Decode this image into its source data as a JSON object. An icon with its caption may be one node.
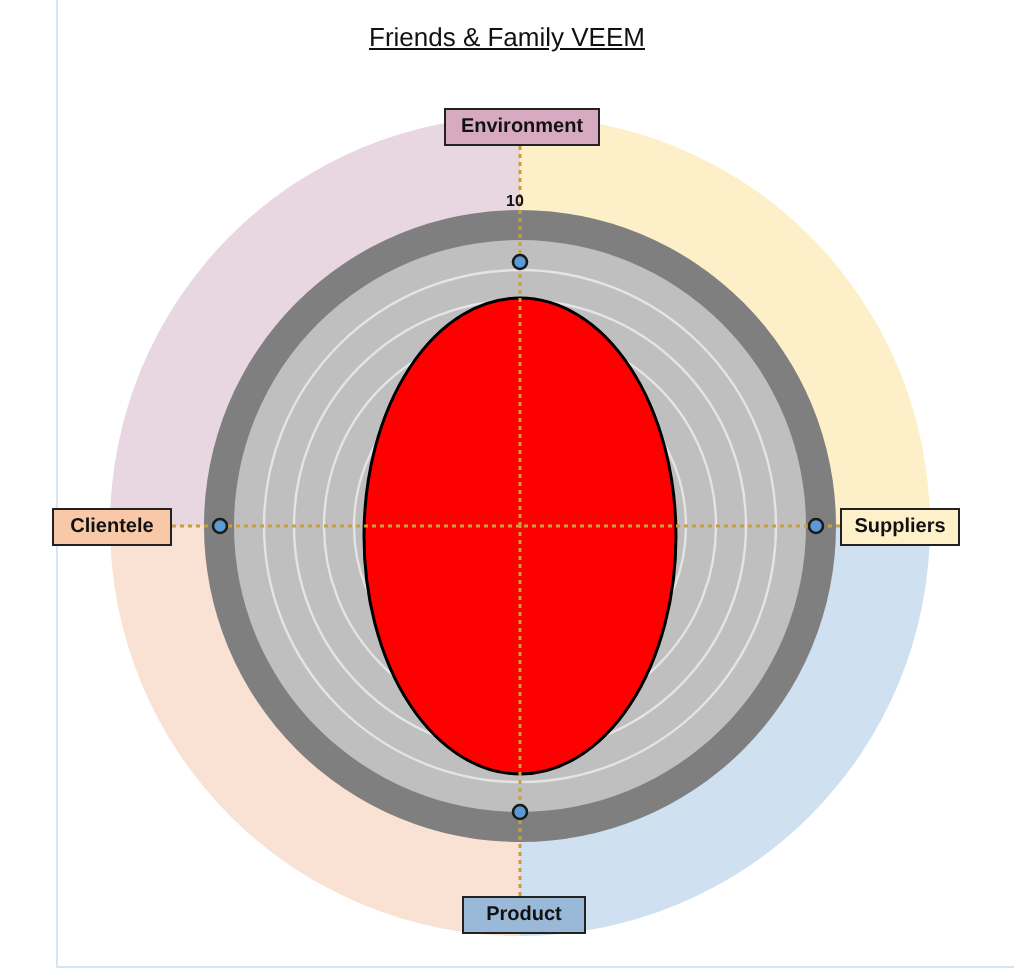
{
  "diagram": {
    "title": "Friends & Family VEEM",
    "nodes": [
      {
        "text": [
          "Environment"
        ]
      },
      {
        "text": [
          "Clientele"
        ]
      },
      {
        "text": [
          "Suppliers"
        ]
      },
      {
        "text": [
          "Product"
        ]
      }
    ],
    "labels": [
      "10"
    ]
  }
}
